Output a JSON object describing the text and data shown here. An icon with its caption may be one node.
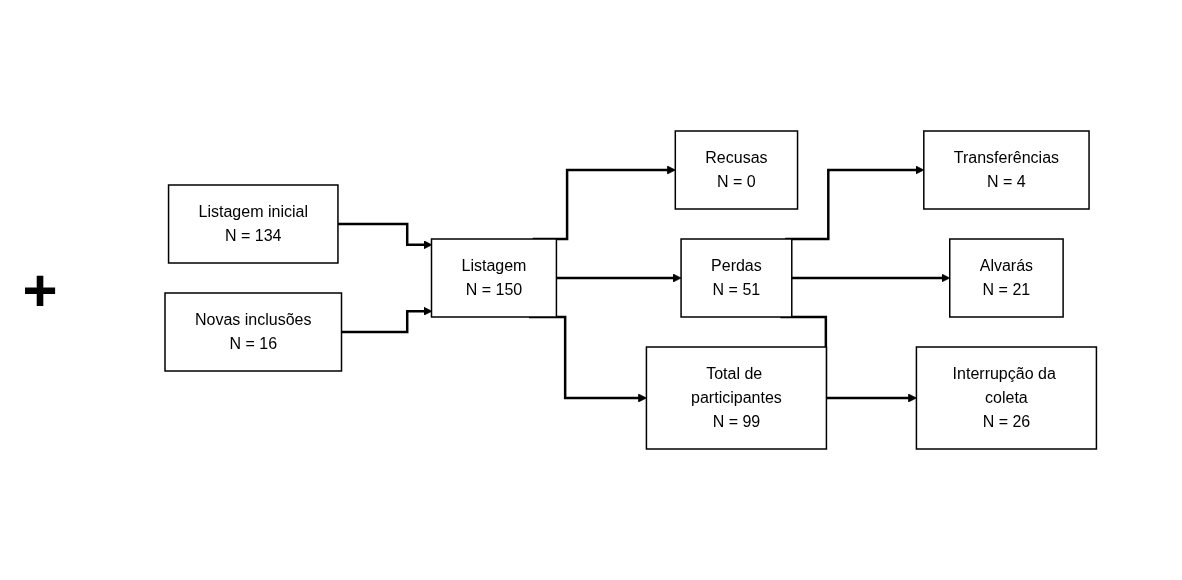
{
  "diagram": {
    "nodes": [
      {
        "text": [
          "Listagem inicial",
          "N = 134"
        ]
      },
      {
        "text": [
          "Novas inclusões",
          "N = 16"
        ]
      },
      {
        "text": [
          "Listagem",
          "N = 150"
        ]
      },
      {
        "text": [
          "Recusas",
          "N = 0"
        ]
      },
      {
        "text": [
          "Perdas",
          "N = 51"
        ]
      },
      {
        "text": [
          "Transferências",
          "N = 4"
        ]
      },
      {
        "text": [
          "Alvarás",
          "N = 21"
        ]
      },
      {
        "text": [
          "Interrupção da coleta",
          "N = 26"
        ]
      },
      {
        "text": [
          "Total de participantes",
          "N = 99"
        ]
      }
    ],
    "edges": [
      {
        "from": 0,
        "to": 2,
        "arrow": "to"
      },
      {
        "from": 1,
        "to": 2,
        "arrow": "to"
      },
      {
        "from": 2,
        "to": 3,
        "arrow": "to"
      },
      {
        "from": 2,
        "to": 4,
        "arrow": "to"
      },
      {
        "from": 4,
        "to": 5,
        "arrow": "to"
      },
      {
        "from": 4,
        "to": 6,
        "arrow": "to"
      },
      {
        "from": 4,
        "to": 7,
        "arrow": "to"
      },
      {
        "from": 2,
        "to": 8,
        "arrow": "to"
      }
    ],
    "labels": [
      "+"
    ]
  }
}
